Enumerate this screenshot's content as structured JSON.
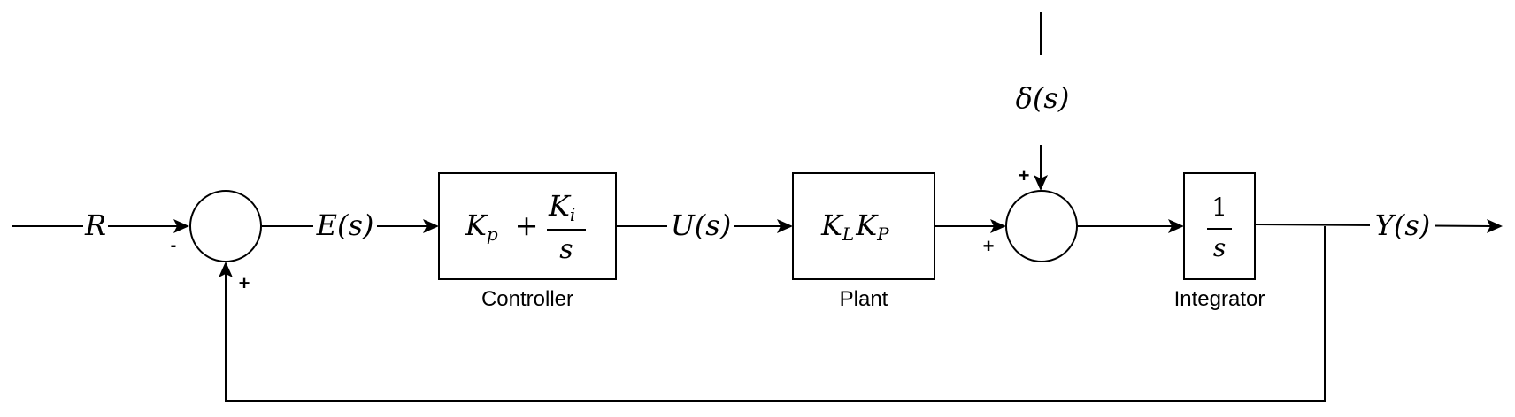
{
  "signals": {
    "reference": "R",
    "error": "E(s)",
    "control": "U(s)",
    "output": "Y(s)",
    "disturbance": "δ(s)"
  },
  "blocks": {
    "controller": {
      "label": "Controller",
      "term_kp": "K",
      "term_kp_sub": "p",
      "plus": "+",
      "frac_num": "K",
      "frac_num_sub": "i",
      "frac_den": "s"
    },
    "plant": {
      "label": "Plant",
      "k1": "K",
      "k1_sub": "L",
      "k2": "K",
      "k2_sub": "P"
    },
    "integrator": {
      "label": "Integrator",
      "frac_num": "1",
      "frac_den": "s"
    }
  },
  "summing_junctions": {
    "first": {
      "input_sign": "-",
      "feedback_sign": "+"
    },
    "second": {
      "input_sign": "+",
      "disturbance_sign": "+"
    }
  },
  "colors": {
    "stroke": "#000000",
    "background": "#ffffff"
  }
}
